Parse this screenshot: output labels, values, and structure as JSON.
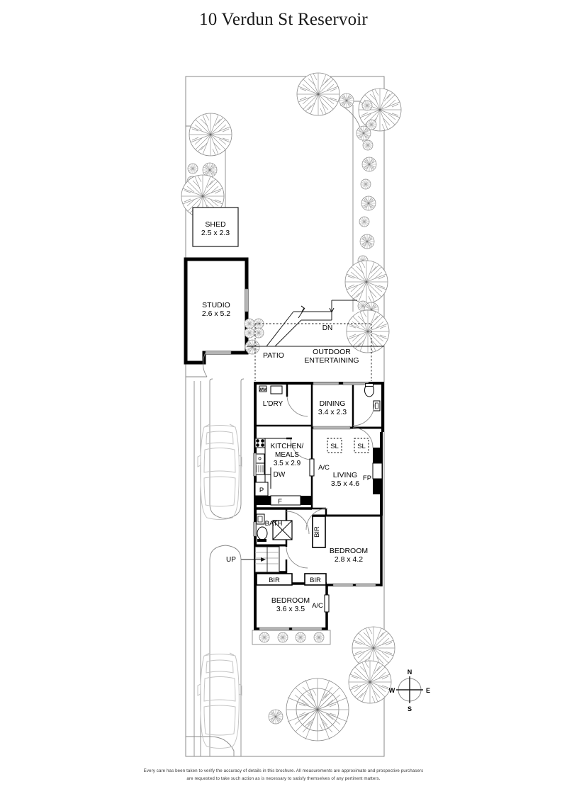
{
  "title": "10 Verdun  St Reservoir",
  "footer": {
    "line1": "Every care has been taken to verify the accuracy of details in this brochure. All measurements are approximate and prospective purchasers",
    "line2": "are requested to take such action as is necessary to satisfy themselves of any pertinent matters."
  },
  "colors": {
    "wall": "#000000",
    "thin_line": "#1a1a1a",
    "site_line": "#8a8a8a",
    "vegetation": "#7d7d7d",
    "car": "#c9c9c9",
    "glazing": "#b5b5b5",
    "text": "#000000",
    "background": "#ffffff"
  },
  "rooms": [
    {
      "id": "shed",
      "name": "SHED",
      "dims": "2.5 x 2.3"
    },
    {
      "id": "studio",
      "name": "STUDIO",
      "dims": "2.6 x 5.2"
    },
    {
      "id": "patio",
      "name": "PATIO",
      "dims": ""
    },
    {
      "id": "outdoor",
      "name": "OUTDOOR",
      "dims": "ENTERTAINING"
    },
    {
      "id": "ldry",
      "name": "L'DRY",
      "dims": ""
    },
    {
      "id": "dining",
      "name": "DINING",
      "dims": "3.4 x 2.3"
    },
    {
      "id": "kitchen",
      "name": "KITCHEN/",
      "dims": "MEALS",
      "dims2": "3.5 x 2.9"
    },
    {
      "id": "living",
      "name": "LIVING",
      "dims": "3.5 x 4.6"
    },
    {
      "id": "bath",
      "name": "BATH",
      "dims": ""
    },
    {
      "id": "bedroom1",
      "name": "BEDROOM",
      "dims": "2.8 x 4.2"
    },
    {
      "id": "bedroom2",
      "name": "BEDROOM",
      "dims": "3.6 x 3.5"
    }
  ],
  "annotations": {
    "dn": "DN",
    "up": "UP",
    "wm": "WM",
    "dw": "DW",
    "pantry": "P",
    "fridge": "F",
    "fireplace": "FP",
    "skylight_1": "SL",
    "skylight_2": "SL",
    "aircon_living": "A/C",
    "aircon_bedroom": "A/C",
    "bir_1": "BIR",
    "bir_2": "BIR",
    "bir_3": "BIR"
  },
  "compass": {
    "north": "N",
    "south": "S",
    "east": "E",
    "west": "W"
  }
}
